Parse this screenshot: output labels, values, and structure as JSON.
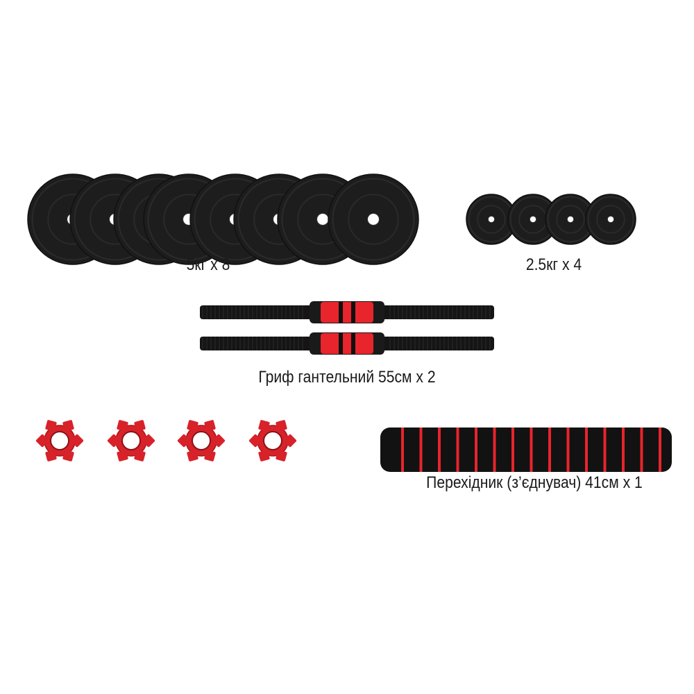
{
  "items": [
    {
      "id": "plate-5kg",
      "label": "5кг x 8",
      "count": 8
    },
    {
      "id": "plate-2-5kg",
      "label": "2.5кг x 4",
      "count": 4
    },
    {
      "id": "dumbbell-bar",
      "label": "Гриф гантельний 55см x 2",
      "count": 2
    },
    {
      "id": "collar-nut",
      "count": 4
    },
    {
      "id": "connector",
      "label": "Перехідник (з’єднувач) 41см x 1",
      "count": 1
    }
  ],
  "colors": {
    "plate": "#1d1d1d",
    "plate_rim": "#2b2b2b",
    "bar": "#151515",
    "accent_red": "#e8242c",
    "nut_red": "#d8222a",
    "foam": "#121212"
  }
}
